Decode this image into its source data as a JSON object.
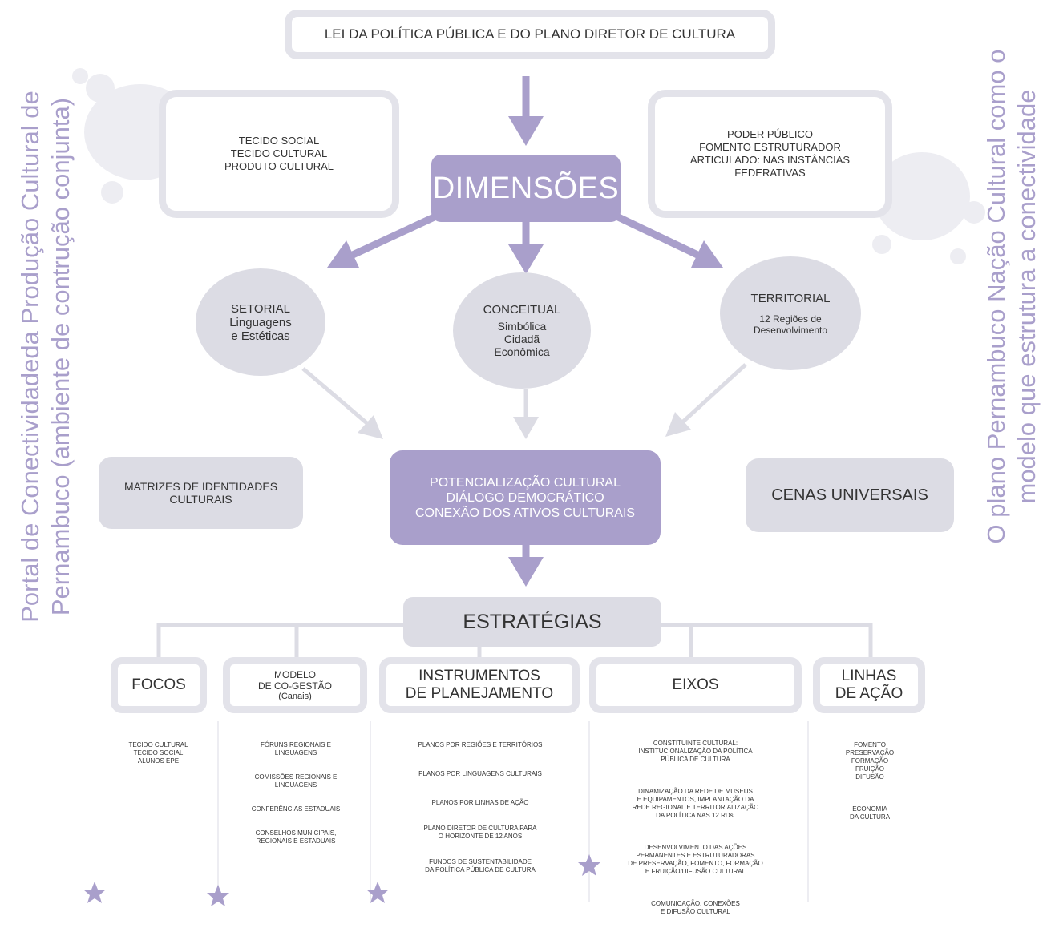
{
  "side_left": {
    "line1": "Portal de Conectividadeda Produção Cultural de",
    "line2": "Pernambuco (ambiente de contrução conjunta)"
  },
  "side_right": {
    "line1": "O plano Pernambuco Nação Cultural como o",
    "line2": "modelo que estrutura a conectividade"
  },
  "top": {
    "law": "LEI DA POLÍTICA PÚBLICA E DO PLANO DIRETOR DE CULTURA"
  },
  "box_left": {
    "lines": [
      "TECIDO SOCIAL",
      "TECIDO CULTURAL",
      "PRODUTO CULTURAL"
    ]
  },
  "box_right": {
    "lines": [
      "PODER PÚBLICO",
      "FOMENTO ESTRUTURADOR",
      "ARTICULADO: NAS INSTÂNCIAS",
      "FEDERATIVAS"
    ]
  },
  "dimensoes": "DIMENSÕES",
  "setorial": {
    "title": "SETORIAL",
    "lines": [
      "Linguagens",
      "e Estéticas"
    ]
  },
  "conceitual": {
    "title": "CONCEITUAL",
    "lines": [
      "Simbólica",
      "Cidadã",
      "Econômica"
    ]
  },
  "territorial": {
    "title": "TERRITORIAL",
    "lines": [
      "12 Regiões de",
      "Desenvolvimento"
    ]
  },
  "matrizes": {
    "lines": [
      "MATRIZES DE IDENTIDADES",
      "CULTURAIS"
    ]
  },
  "potencial": {
    "lines": [
      "POTENCIALIZAÇÃO CULTURAL",
      "DIÁLOGO DEMOCRÁTICO",
      "CONEXÃO DOS ATIVOS CULTURAIS"
    ]
  },
  "cenas": "CENAS UNIVERSAIS",
  "estrategias": "ESTRATÉGIAS",
  "focos": {
    "title": "FOCOS",
    "items": [
      "TECIDO CULTURAL\nTECIDO SOCIAL\nALUNOS EPE"
    ]
  },
  "modelo": {
    "title_lines": [
      "MODELO",
      "DE CO-GESTÃO",
      "(Canais)"
    ],
    "items": [
      "FÓRUNS REGIONAIS E\nLINGUAGENS",
      "COMISSÕES REGIONAIS E\nLINGUAGENS",
      "CONFERÊNCIAS ESTADUAIS",
      "CONSELHOS MUNICIPAIS,\nREGIONAIS E ESTADUAIS"
    ]
  },
  "instrumentos": {
    "title_lines": [
      "INSTRUMENTOS",
      "DE PLANEJAMENTO"
    ],
    "items": [
      "PLANOS POR REGIÕES E TERRITÓRIOS",
      "PLANOS POR LINGUAGENS CULTURAIS",
      "PLANOS POR LINHAS DE AÇÃO",
      "PLANO DIRETOR DE CULTURA PARA\nO HORIZONTE DE 12 ANOS",
      "FUNDOS DE SUSTENTABILIDADE\nDA POLÍTICA PÚBLICA DE CULTURA"
    ]
  },
  "eixos": {
    "title": "EIXOS",
    "items": [
      "CONSTITUINTE CULTURAL:\nINSTITUCIONALIZAÇÃO DA POLÍTICA\nPÚBLICA DE CULTURA",
      "DINAMIZAÇÃO DA REDE DE MUSEUS\nE EQUIPAMENTOS, IMPLANTAÇÃO DA\nREDE REGIONAL E  TERRITORIALIZAÇÃO\nDA POLÍTICA NAS 12 RDs.",
      "DESENVOLVIMENTO DAS AÇÕES\nPERMANENTES E ESTRUTURADORAS\nDE PRESERVAÇÃO, FOMENTO, FORMAÇÃO\nE FRUIÇÃO/DIFUSÃO CULTURAL",
      "COMUNICAÇÃO, CONEXÕES\nE DIFUSÃO CULTURAL"
    ]
  },
  "linhas": {
    "title_lines": [
      "LINHAS",
      "DE AÇÃO"
    ],
    "items": [
      "FOMENTO\nPRESERVAÇÃO\nFORMAÇÃO\nFRUIÇÃO\nDIFUSÃO",
      "ECONOMIA\nDA CULTURA"
    ]
  },
  "colors": {
    "purple": "#a99fcb",
    "grey": "#dcdce4",
    "frame": "#e3e3ea"
  }
}
